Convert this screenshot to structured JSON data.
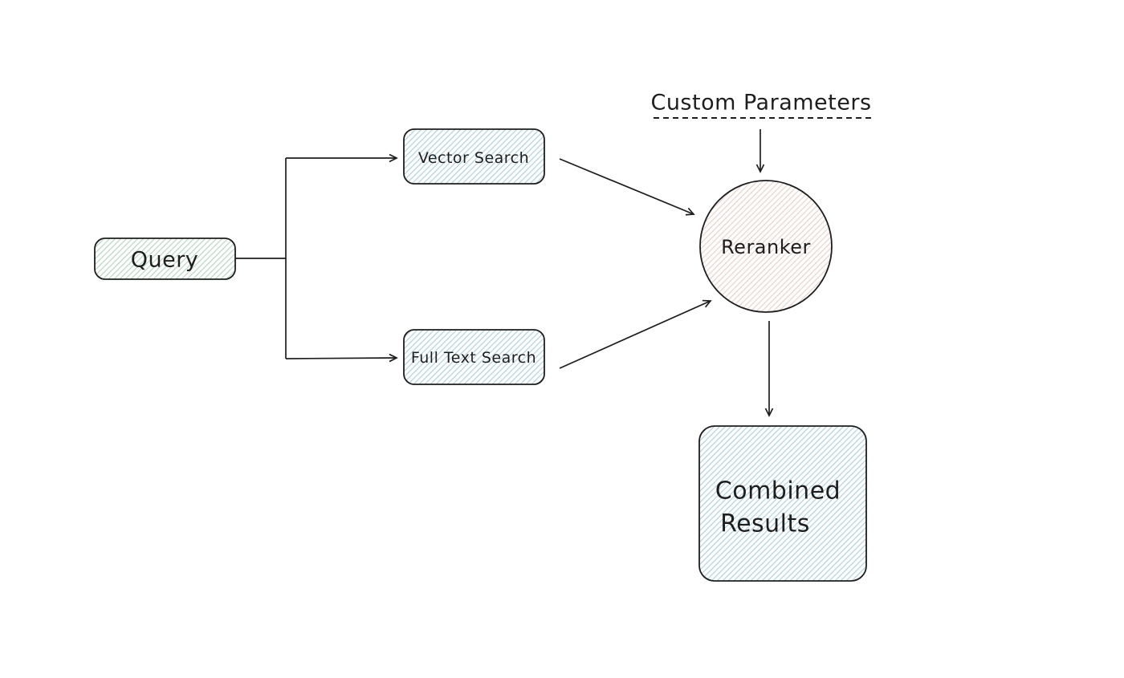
{
  "diagram": {
    "background": "#ffffff",
    "stroke_color": "#1e1e1e",
    "fill_colors": {
      "green_hatch": "#b9dcc3",
      "blue_hatch": "#b4d5e4",
      "pink_hatch": "#eed3cb"
    },
    "nodes": {
      "query": {
        "label": "Query",
        "shape": "rounded-rectangle",
        "fill": "green_hatch"
      },
      "vector_search": {
        "label": "Vector Search",
        "shape": "rounded-rectangle",
        "fill": "blue_hatch"
      },
      "full_text_search": {
        "label": "Full Text Search",
        "shape": "rounded-rectangle",
        "fill": "blue_hatch"
      },
      "custom_parameters": {
        "label": "Custom Parameters",
        "shape": "dashed-underlined-text"
      },
      "reranker": {
        "label": "Reranker",
        "shape": "circle",
        "fill": "pink_hatch"
      },
      "combined_results": {
        "label": "Combined Results",
        "lines": [
          "Combined",
          "Results"
        ],
        "shape": "rounded-square",
        "fill": "blue_hatch"
      }
    },
    "edges": [
      {
        "from": "query",
        "to": "vector_search",
        "style": "elbow-arrow"
      },
      {
        "from": "query",
        "to": "full_text_search",
        "style": "elbow-arrow"
      },
      {
        "from": "vector_search",
        "to": "reranker",
        "style": "straight-arrow"
      },
      {
        "from": "full_text_search",
        "to": "reranker",
        "style": "straight-arrow"
      },
      {
        "from": "custom_parameters",
        "to": "reranker",
        "style": "straight-arrow"
      },
      {
        "from": "reranker",
        "to": "combined_results",
        "style": "straight-arrow"
      }
    ]
  }
}
